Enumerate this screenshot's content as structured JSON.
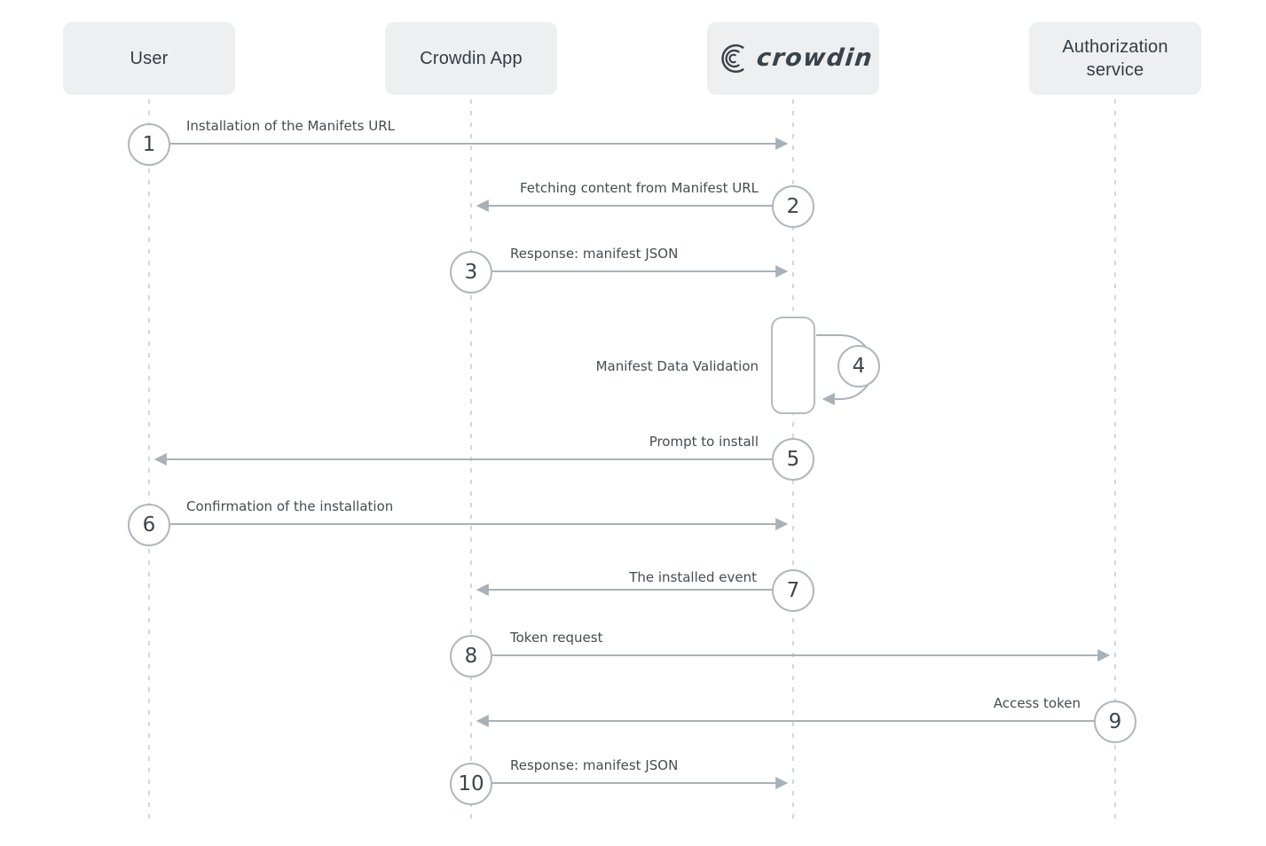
{
  "actors": [
    {
      "label": "User"
    },
    {
      "label": "Crowdin App"
    },
    {
      "label": "crowdin"
    },
    {
      "label": "Authorization service"
    }
  ],
  "messages": [
    {
      "step": "1",
      "label": "Installation of the Manifets URL",
      "from": "User",
      "to": "crowdin",
      "direction": "right"
    },
    {
      "step": "2",
      "label": "Fetching content from Manifest URL",
      "from": "crowdin",
      "to": "Crowdin App",
      "direction": "left"
    },
    {
      "step": "3",
      "label": "Response: manifest JSON",
      "from": "Crowdin App",
      "to": "crowdin",
      "direction": "right"
    },
    {
      "step": "4",
      "label": "Manifest Data Validation",
      "from": "crowdin",
      "to": "crowdin",
      "direction": "self"
    },
    {
      "step": "5",
      "label": "Prompt to install",
      "from": "crowdin",
      "to": "User",
      "direction": "left"
    },
    {
      "step": "6",
      "label": "Confirmation of the installation",
      "from": "User",
      "to": "crowdin",
      "direction": "right"
    },
    {
      "step": "7",
      "label": "The installed event",
      "from": "crowdin",
      "to": "Crowdin App",
      "direction": "left"
    },
    {
      "step": "8",
      "label": "Token request",
      "from": "Crowdin App",
      "to": "Authorization service",
      "direction": "right"
    },
    {
      "step": "9",
      "label": "Access token",
      "from": "Authorization service",
      "to": "Crowdin App",
      "direction": "left"
    },
    {
      "step": "10",
      "label": "Response: manifest JSON",
      "from": "Crowdin App",
      "to": "crowdin",
      "direction": "right"
    }
  ],
  "colors": {
    "background": "#ffffff",
    "actor_box_bg": "#edeff1",
    "actor_text": "#333c44",
    "label_text": "#454c53",
    "arrow_line": "#a8b2b8",
    "lifeline": "#d4d7da",
    "circle_border": "#aeb8be",
    "logo": "#3a424a"
  }
}
